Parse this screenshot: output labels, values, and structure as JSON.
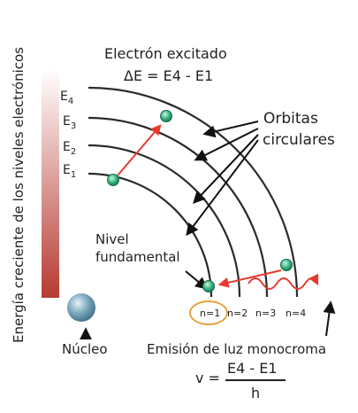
{
  "side_label": "Energía creciente de los niveles electrónicos",
  "excited_title": "Electrón excitado",
  "delta_formula": "ΔE = E4 - E1",
  "orbits_label_line1": "Orbitas",
  "orbits_label_line2": "circulares",
  "ground_label_line1": "Nivel",
  "ground_label_line2": "fundamental",
  "nucleus_label": "Núcleo",
  "emission_label": "Emisión de luz monocroma",
  "energy_levels": [
    {
      "letter": "E",
      "sub": "4"
    },
    {
      "letter": "E",
      "sub": "3"
    },
    {
      "letter": "E",
      "sub": "2"
    },
    {
      "letter": "E",
      "sub": "1"
    }
  ],
  "shell_labels": [
    "n=1",
    "n=2",
    "n=3",
    "n=4"
  ],
  "frequency_formula": {
    "lhs": "v =",
    "numerator": "E4 - E1",
    "denominator": "h"
  },
  "colors": {
    "orbit": "#2b2b2b",
    "arrow_red": "#e63a2e",
    "electron": "#1e9a68",
    "electron_highlight": "#b6f3d8",
    "nucleus": "#5b8ea6",
    "ground_ring": "#e8a23a",
    "gradient_top": "#ffffff",
    "gradient_bottom": "#b73a32"
  }
}
